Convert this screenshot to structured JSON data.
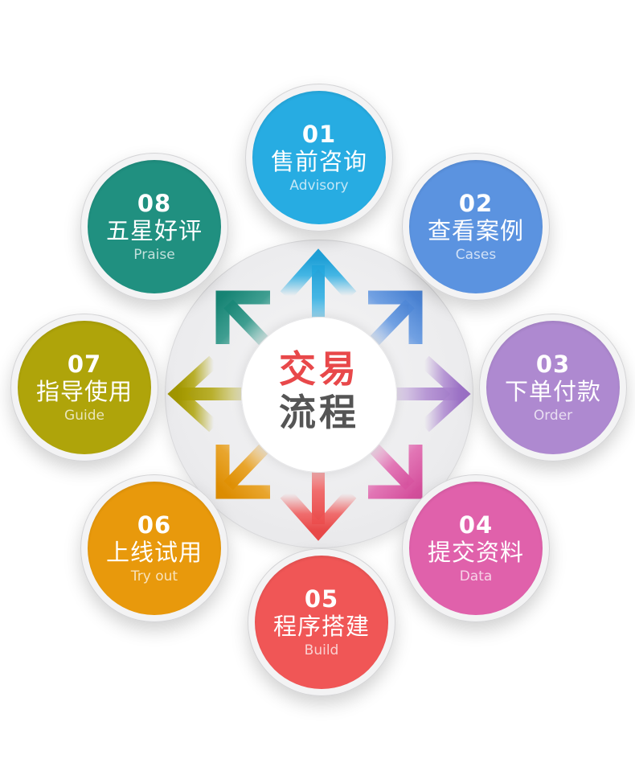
{
  "title": {
    "line1": "交易",
    "line2": "流程",
    "line1_color": "#e8484a",
    "line2_color": "#555555"
  },
  "steps": [
    {
      "num": "01",
      "cn": "售前咨询",
      "en": "Advisory",
      "color": "#27ace2",
      "direction": "up"
    },
    {
      "num": "02",
      "cn": "查看案例",
      "en": "Cases",
      "color": "#5b93e0",
      "direction": "up-right"
    },
    {
      "num": "03",
      "cn": "下单付款",
      "en": "Order",
      "color": "#ae89d0",
      "direction": "right"
    },
    {
      "num": "04",
      "cn": "提交资料",
      "en": "Data",
      "color": "#e061ab",
      "direction": "down-right"
    },
    {
      "num": "05",
      "cn": "程序搭建",
      "en": "Build",
      "color": "#f05656",
      "direction": "down"
    },
    {
      "num": "06",
      "cn": "上线试用",
      "en": "Try out",
      "color": "#e8990c",
      "direction": "down-left"
    },
    {
      "num": "07",
      "cn": "指导使用",
      "en": "Guide",
      "color": "#afa40a",
      "direction": "left"
    },
    {
      "num": "08",
      "cn": "五星好评",
      "en": "Praise",
      "color": "#209080",
      "direction": "up-left"
    }
  ]
}
